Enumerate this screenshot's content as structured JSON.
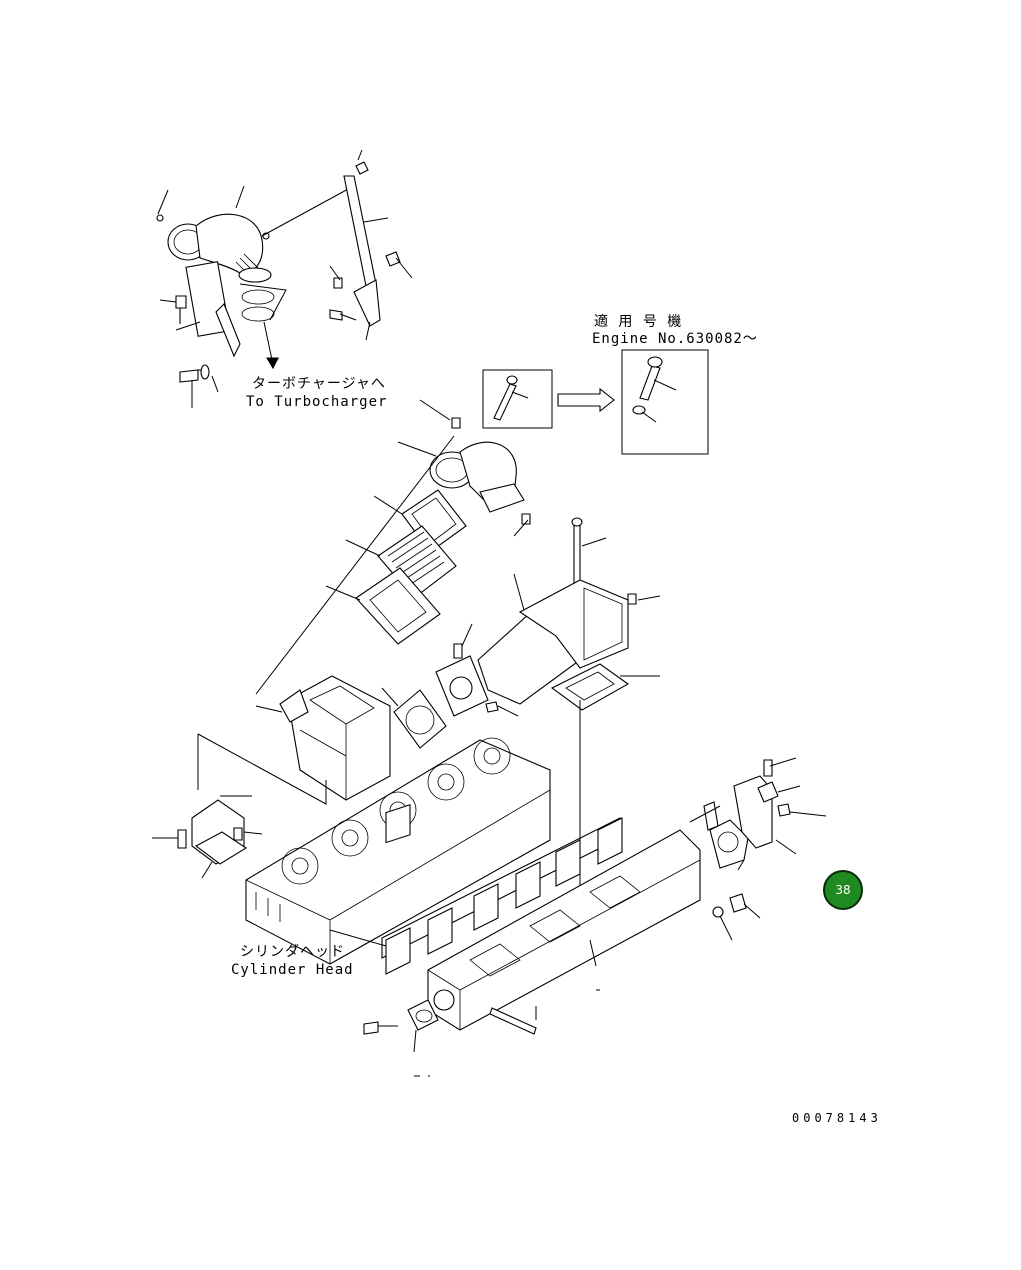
{
  "labels": {
    "turbo_ja": "ターボチャージャへ",
    "turbo_en": "To Turbocharger",
    "engine_ja": "適 用 号 機",
    "engine_en": "Engine No.630082～",
    "cylinder_ja": "シリンダヘッド",
    "cylinder_en": "Cylinder Head",
    "drawing_number": "00078143"
  },
  "hotspot": {
    "label": "38",
    "color": "#1f8a1f"
  }
}
